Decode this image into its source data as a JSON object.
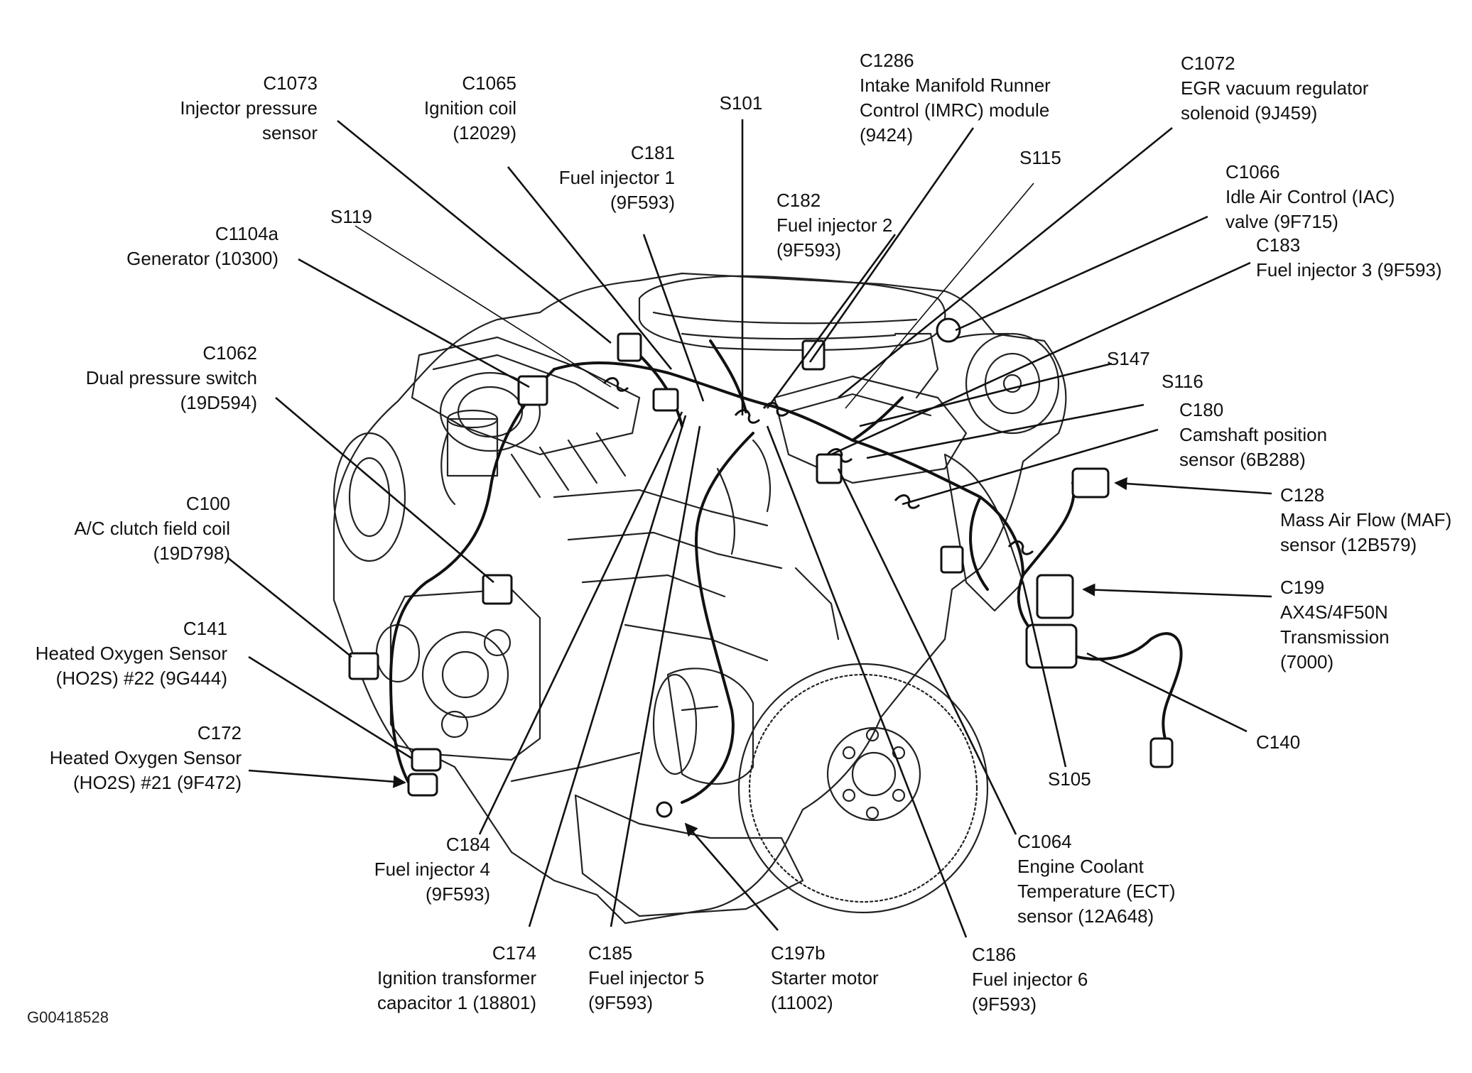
{
  "figure_id": "G00418528",
  "callouts": {
    "c1073": {
      "code": "C1073",
      "lines": [
        "Injector pressure",
        "sensor"
      ]
    },
    "c1065": {
      "code": "C1065",
      "lines": [
        "Ignition coil",
        "(12029)"
      ]
    },
    "s101": {
      "code": "S101",
      "lines": []
    },
    "c181": {
      "code": "C181",
      "lines": [
        "Fuel injector 1",
        "(9F593)"
      ]
    },
    "c1286": {
      "code": "C1286",
      "lines": [
        "Intake Manifold Runner",
        "Control (IMRC) module",
        "(9424)"
      ]
    },
    "c1072": {
      "code": "C1072",
      "lines": [
        "EGR vacuum regulator",
        "solenoid (9J459)"
      ]
    },
    "s115": {
      "code": "S115",
      "lines": []
    },
    "c182": {
      "code": "C182",
      "lines": [
        "Fuel injector 2",
        "(9F593)"
      ]
    },
    "c1066": {
      "code": "C1066",
      "lines": [
        "Idle Air Control (IAC)",
        "valve (9F715)"
      ]
    },
    "c183": {
      "code": "C183",
      "lines": [
        "Fuel injector 3 (9F593)"
      ]
    },
    "s119": {
      "code": "S119",
      "lines": []
    },
    "c1104a": {
      "code": "C1104a",
      "lines": [
        "Generator (10300)"
      ]
    },
    "c1062": {
      "code": "C1062",
      "lines": [
        "Dual pressure switch",
        "(19D594)"
      ]
    },
    "s147": {
      "code": "S147",
      "lines": []
    },
    "s116": {
      "code": "S116",
      "lines": []
    },
    "c180": {
      "code": "C180",
      "lines": [
        "Camshaft position",
        "sensor (6B288)"
      ]
    },
    "c100": {
      "code": "C100",
      "lines": [
        "A/C clutch field coil",
        "(19D798)"
      ]
    },
    "c128": {
      "code": "C128",
      "lines": [
        "Mass Air Flow (MAF)",
        "sensor (12B579)"
      ]
    },
    "c199": {
      "code": "C199",
      "lines": [
        "AX4S/4F50N",
        "Transmission",
        "(7000)"
      ]
    },
    "c141": {
      "code": "C141",
      "lines": [
        "Heated Oxygen Sensor",
        "(HO2S) #22 (9G444)"
      ]
    },
    "c172": {
      "code": "C172",
      "lines": [
        "Heated Oxygen Sensor",
        "(HO2S) #21 (9F472)"
      ]
    },
    "c140": {
      "code": "C140",
      "lines": []
    },
    "s105": {
      "code": "S105",
      "lines": []
    },
    "c184": {
      "code": "C184",
      "lines": [
        "Fuel injector 4",
        "(9F593)"
      ]
    },
    "c1064": {
      "code": "C1064",
      "lines": [
        "Engine Coolant",
        "Temperature (ECT)",
        "sensor (12A648)"
      ]
    },
    "c174": {
      "code": "C174",
      "lines": [
        "Ignition transformer",
        "capacitor 1 (18801)"
      ]
    },
    "c185": {
      "code": "C185",
      "lines": [
        "Fuel injector 5",
        "(9F593)"
      ]
    },
    "c197b": {
      "code": "C197b",
      "lines": [
        "Starter motor",
        "(11002)"
      ]
    },
    "c186": {
      "code": "C186",
      "lines": [
        "Fuel injector 6",
        "(9F593)"
      ]
    }
  }
}
